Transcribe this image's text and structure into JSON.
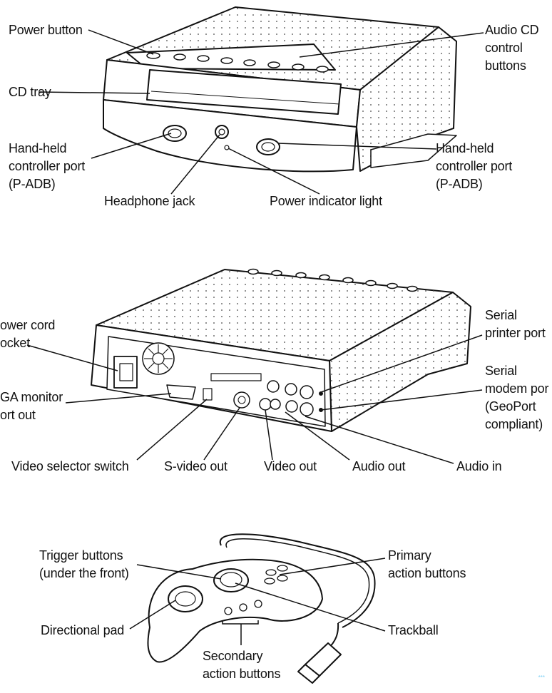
{
  "top_unit": {
    "power_button": "Power button",
    "audio_cd": [
      "Audio CD",
      "control",
      "buttons"
    ],
    "cd_tray": "CD tray",
    "controller_port_left": [
      "Hand-held",
      "controller port",
      "(P-ADB)"
    ],
    "controller_port_right": [
      "Hand-held",
      "controller port",
      "(P-ADB)"
    ],
    "headphone_jack": "Headphone jack",
    "power_indicator": "Power indicator light"
  },
  "rear_unit": {
    "power_cord": [
      "ower cord",
      "ocket"
    ],
    "vga": [
      "GA monitor",
      "ort out"
    ],
    "serial_printer": [
      "Serial",
      "printer port"
    ],
    "serial_modem": [
      "Serial",
      "modem por",
      "(GeoPort",
      "compliant)"
    ],
    "video_selector": "Video selector switch",
    "svideo_out": "S-video out",
    "video_out": "Video out",
    "audio_out": "Audio out",
    "audio_in": "Audio in"
  },
  "controller": {
    "trigger": [
      "Trigger buttons",
      "(under the front)"
    ],
    "primary": [
      "Primary",
      "action buttons"
    ],
    "dpad": "Directional pad",
    "trackball": "Trackball",
    "secondary": [
      "Secondary",
      "action buttons"
    ]
  },
  "corner_mark": "***"
}
